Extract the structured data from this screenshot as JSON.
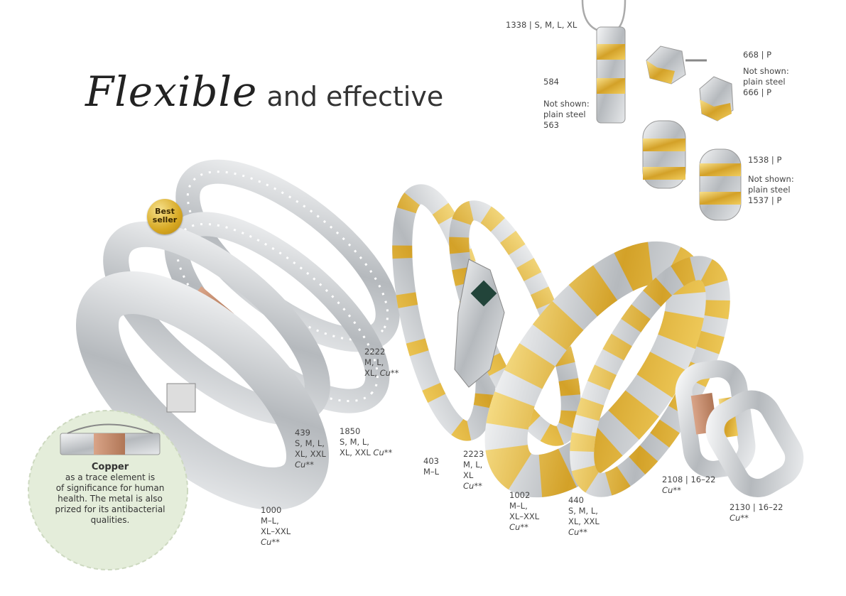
{
  "title": {
    "script": "Flexible",
    "rest": "and effective"
  },
  "badge": {
    "line1": "Best",
    "line2": "seller"
  },
  "copper": {
    "heading": "Copper",
    "text1": "as a trace element is",
    "text2": "of significance for human",
    "text3": "health. The metal is also",
    "text4": "prized for its antibacterial",
    "text5": "qualities."
  },
  "labels": {
    "l1338": "1338 | S, M, L, XL",
    "l584": "584",
    "l584n1": "Not shown:",
    "l584n2": "plain steel",
    "l584n3": "563",
    "l668": "668 | P",
    "l668n1": "Not shown:",
    "l668n2": "plain steel",
    "l668n3": "666 | P",
    "l1538": "1538 | P",
    "l1538n1": "Not shown:",
    "l1538n2": "plain steel",
    "l1538n3": "1537 | P",
    "l2222a": "2222",
    "l2222b": "M, L,",
    "l2222c": "XL,",
    "l2222cu": "Cu**",
    "l439a": "439",
    "l439b": "S, M, L,",
    "l439c": "XL, XXL",
    "l439cu": "Cu**",
    "l1850a": "1850",
    "l1850b": "S, M, L,",
    "l1850c": "XL, XXL",
    "l1850cu": "Cu**",
    "l1000a": "1000",
    "l1000b": "M–L,",
    "l1000c": "XL–XXL",
    "l1000cu": "Cu**",
    "l403a": "403",
    "l403b": "M–L",
    "l2223a": "2223",
    "l2223b": "M, L,",
    "l2223c": "XL",
    "l2223cu": "Cu**",
    "l1002a": "1002",
    "l1002b": "M–L,",
    "l1002c": "XL–XXL",
    "l1002cu": "Cu**",
    "l440a": "440",
    "l440b": "S, M, L,",
    "l440c": "XL, XXL",
    "l440cu": "Cu**",
    "l2108a": "2108 | 16–22",
    "l2108cu": "Cu**",
    "l2130a": "2130 | 16–22",
    "l2130cu": "Cu**"
  },
  "colors": {
    "steel": "#c9ccd0",
    "gold": "#e2b53a",
    "copper": "#c58d6e",
    "badge": "#d7a822",
    "copperCircle": "#e3ecd9"
  }
}
